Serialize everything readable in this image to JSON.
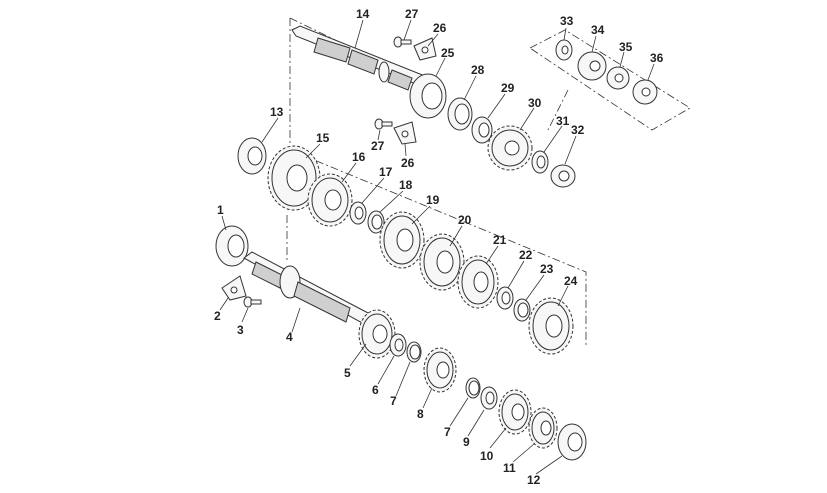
{
  "diagram": {
    "callouts": [
      "1",
      "2",
      "3",
      "4",
      "5",
      "6",
      "7",
      "7",
      "8",
      "9",
      "10",
      "11",
      "12",
      "13",
      "14",
      "15",
      "16",
      "17",
      "18",
      "19",
      "20",
      "21",
      "22",
      "23",
      "24",
      "25",
      "26",
      "26",
      "27",
      "27",
      "28",
      "29",
      "30",
      "31",
      "32",
      "33",
      "34",
      "35",
      "36"
    ]
  }
}
